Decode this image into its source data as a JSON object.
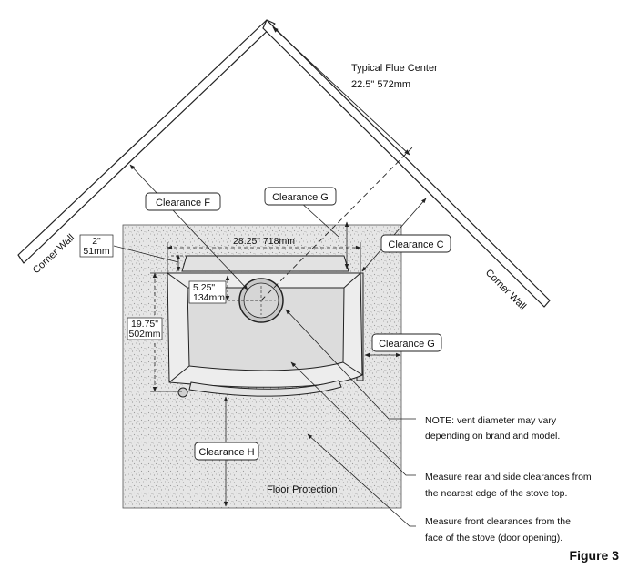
{
  "labels": {
    "typical_flue_center": "Typical Flue Center",
    "flue_center_dim": "22.5\" 572mm",
    "clearance_f": "Clearance F",
    "clearance_g_top": "Clearance G",
    "clearance_c": "Clearance C",
    "clearance_g_right": "Clearance G",
    "clearance_h": "Clearance H",
    "corner_wall_left": "Corner Wall",
    "corner_wall_right": "Corner Wall",
    "dim_2_in": "2\"",
    "dim_2_mm": "51mm",
    "dim_width": "28.25\" 718mm",
    "dim_525_in": "5.25\"",
    "dim_525_mm": "134mm",
    "dim_1975_in": "19.75\"",
    "dim_1975_mm": "502mm",
    "floor_protection": "Floor Protection",
    "figure": "Figure 3"
  },
  "notes": [
    {
      "line1": "NOTE: vent diameter may vary",
      "line2": "depending on brand and model."
    },
    {
      "line1": "Measure rear and side clearances from",
      "line2": "the nearest edge of the stove top."
    },
    {
      "line1": "Measure front clearances from the",
      "line2": "face of the stove (door opening)."
    }
  ],
  "colors": {
    "line": "#222222",
    "floor_fill": "#e6e6e6",
    "floor_speckle": "#9a9a9a",
    "stove_fill": "#ededed",
    "stove_inner": "#dcdcdc",
    "flue_fill": "#c8c8c8"
  }
}
